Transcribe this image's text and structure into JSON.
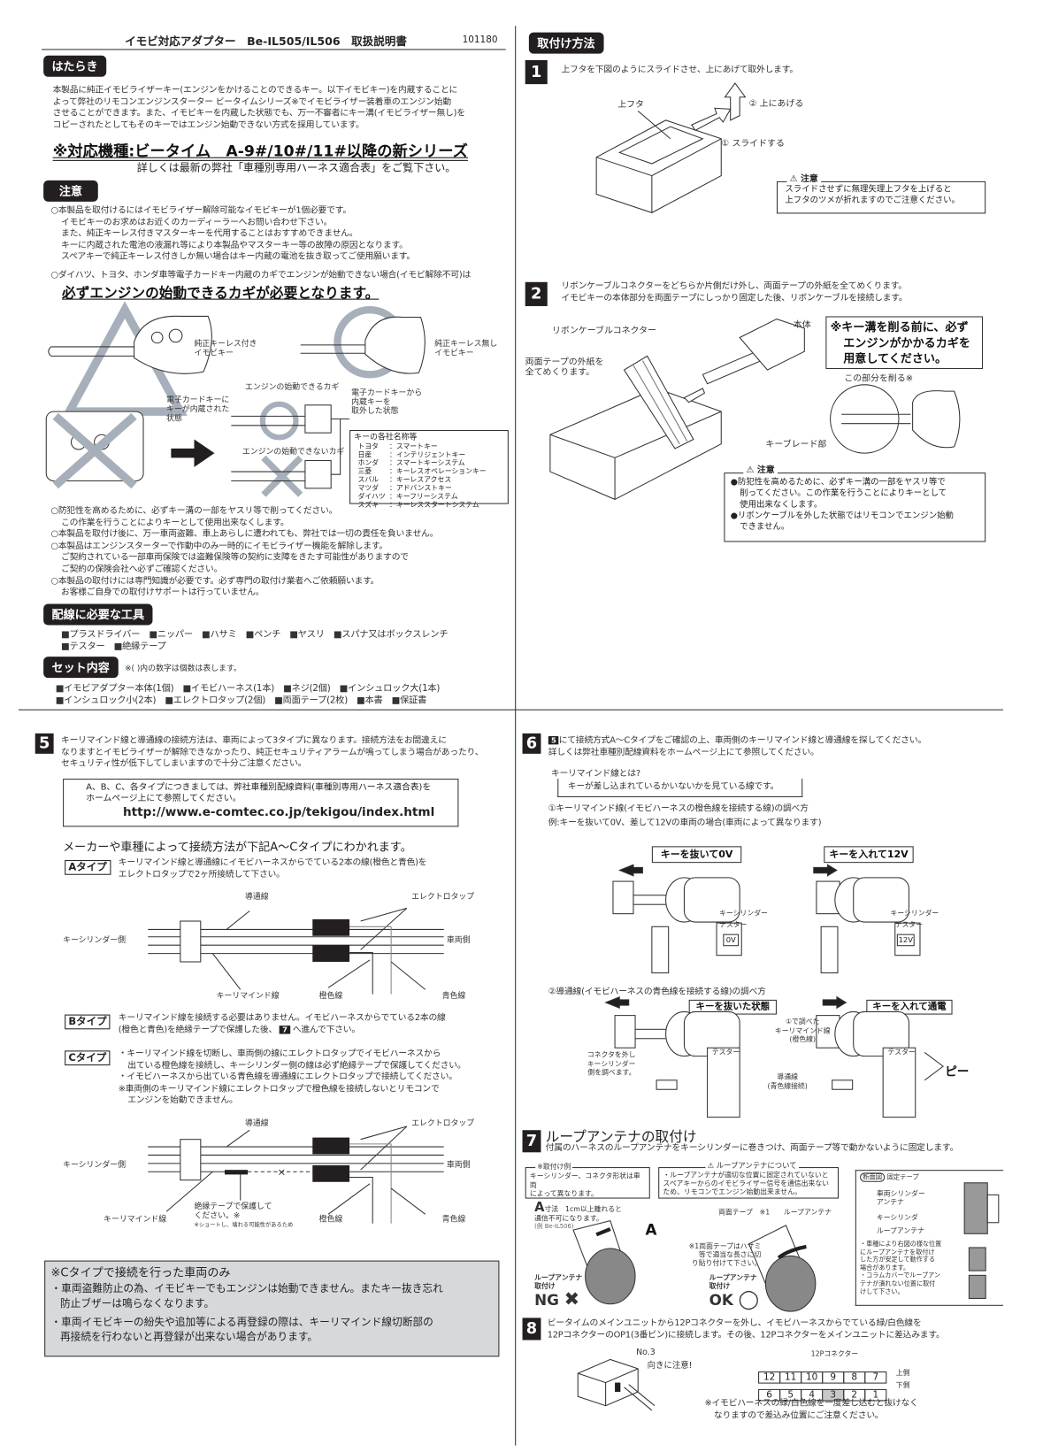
{
  "header": {
    "title": "イモビ対応アダプター　Be-IL505/IL506　取扱説明書",
    "doc_number": "101180"
  },
  "hataraki": {
    "badge": "はたらき",
    "lines": [
      "本製品に純正イモビライザーキー(エンジンをかけることのできるキー。以下イモビキー)を内蔵することに",
      "よって弊社のリモコンエンジンスターター ビータイムシリーズ※でイモビライザー装着車のエンジン始動",
      "させることができます。また、イモビキーを内蔵した状態でも、万一不審者にキー溝(イモビライザー無し)を",
      "コピーされたとしてもそのキーではエンジン始動できない方式を採用しています。"
    ],
    "models": "※対応機種:ビータイム　A-9#/10#/11#以降の新シリーズ",
    "see_table": "詳しくは最新の弊社「車種別専用ハーネス適合表」をご覧下さい。"
  },
  "caution": {
    "badge": "注意",
    "lines": [
      "○本製品を取付けるにはイモビライザー解除可能なイモビキーが1個必要です。",
      "イモビキーのお求めはお近くのカーディーラーへお問い合わせ下さい。",
      "また、純正キーレス付きマスターキーを代用することはおすすめできません。",
      "キーに内蔵された電池の液漏れ等により本製品やマスターキー等の故障の原因となります。",
      "スペアキーで純正キーレス付きしか無い場合はキー内蔵の電池を抜き取ってご使用願います。"
    ],
    "daihatsu": "○ダイハツ、トヨタ、ホンダ車等電子カードキー内蔵のカギでエンジンが始動できない場合(イモビ解除不可)は",
    "required": "必ずエンジンの始動できるカギが必要となります。"
  },
  "keys": {
    "with_keyless": [
      "純正キーレス付き",
      "イモビキー"
    ],
    "without_keyless": [
      "純正キーレス無し",
      "イモビキー"
    ],
    "card_key": [
      "電子カードキーに",
      "キーが内蔵された",
      "状態"
    ],
    "can_start": "エンジンの始動できるカギ",
    "cannot_start": "エンジンの始動できないカギ",
    "removed": [
      "電子カードキーから",
      "内蔵キーを",
      "取外した状態"
    ],
    "names_title": "キーの各社名称等",
    "names": [
      [
        "トヨタ",
        "：スマートキー"
      ],
      [
        "日産",
        "：インテリジェントキー"
      ],
      [
        "ホンダ",
        "：スマートキーシステム"
      ],
      [
        "三菱",
        "：キーレスオペレーションキー"
      ],
      [
        "スバル",
        "：キーレスアクセス"
      ],
      [
        "マツダ",
        "：アドバンストキー"
      ],
      [
        "ダイハツ",
        "：キーフリーシステム"
      ],
      [
        "スズキ",
        "：キーレススタートシステム"
      ]
    ]
  },
  "notes": [
    "○防犯性を高めるために、必ずキー溝の一部をヤスリ等で削ってください。",
    "この作業を行うことによりキーとして使用出来なくします。",
    "○本製品を取付け後に、万一車両盗難、車上あらしに遭われても、弊社では一切の責任を負いません。",
    "○本製品はエンジンスターターで作動中のみ一時的にイモビライザー機能を解除します。",
    "ご契約されている一部車両保険では盗難保険等の契約に支障をきたす可能性がありますので",
    "ご契約の保険会社へ必ずご確認ください。",
    "○本製品の取付けには専門知識が必要です。必ず専門の取付け業者へご依頼願います。",
    "お客様ご自身での取付けサポートは行っていません。"
  ],
  "tools": {
    "badge": "配線に必要な工具",
    "items": [
      "プラスドライバー",
      "ニッパー",
      "ハサミ",
      "ペンチ",
      "ヤスリ",
      "スパナ又はボックスレンチ",
      "テスター",
      "絶縁テープ"
    ]
  },
  "set": {
    "badge": "セット内容",
    "note": "※( )内の数字は個数は表します。",
    "items": [
      "イモビアダプター本体(1個)",
      "イモビハーネス(1本)",
      "ネジ(2個)",
      "インシュロック大(1本)",
      "インシュロック小(2本)",
      "エレクトロタップ(2個)",
      "両面テープ(2枚)",
      "本書",
      "保証書"
    ]
  },
  "install": {
    "badge": "取付け方法",
    "step1": {
      "num": "1",
      "text": "上フタを下図のようにスライドさせ、上にあげて取外します。",
      "lid": "上フタ",
      "lift": "② 上にあげる",
      "slide": "① スライドする",
      "caution_title": "注意",
      "caution": [
        "スライドさせずに無理矢理上フタを上げると",
        "上フタのツメが折れますのでご注意ください。"
      ]
    },
    "step2": {
      "num": "2",
      "lines": [
        "リボンケーブルコネクターをどちらか片側だけ外し、両面テープの外紙を全てめくります。",
        "イモビキーの本体部分を両面テープにしっかり固定した後、リボンケーブルを接続します。"
      ],
      "ribbon": "リボンケーブルコネクター",
      "body": "本体",
      "tape": [
        "両面テープの外紙を",
        "全てめくります。"
      ],
      "blade": "キーブレード部",
      "warning": [
        "※キー溝を削る前に、必ず",
        "エンジンがかかるカギを",
        "用意してください。"
      ],
      "cut_here": "この部分を削る※",
      "caution_title": "注意",
      "caution": [
        "●防犯性を高めるために、必ずキー溝の一部をヤスリ等で",
        "削ってください。この作業を行うことによりキーとして",
        "使用出来なくします。",
        "●リボンケーブルを外した状態ではリモコンでエンジン始動",
        "できません。"
      ]
    }
  },
  "step5": {
    "num": "5",
    "lines": [
      "キーリマインド線と導通線の接続方法は、車両によって3タイプに異なります。接続方法をお間違えに",
      "なりますとイモビライザーが解除できなかったり、純正セキュリティアラームが鳴ってしまう場合があったり、",
      "セキュリティ性が低下してしまいますので十分ご注意ください。"
    ],
    "ref": [
      "A、B、C、各タイプにつきましては、弊社車種別配線資料(車種別専用ハーネス適合表)を",
      "ホームページ上にて参照してください。"
    ],
    "url": "http://www.e-comtec.co.jp/tekigou/index.html",
    "types_intro": "メーカーや車種によって接続方法が下記A～Cタイプにわかれます。",
    "a_label": "Aタイプ",
    "a_text": [
      "キーリマインド線と導通線にイモビハーネスからでている2本の線(橙色と青色)を",
      "エレクトロタップで2ヶ所接続して下さい。"
    ],
    "b_label": "Bタイプ",
    "b_text": [
      "キーリマインド線を接続する必要はありません。イモビハーネスからでている2本の線",
      "(橙色と青色)を絶縁テープで保護した後、",
      "へ進んで下さい。"
    ],
    "b_ref": "7",
    "c_label": "Cタイプ",
    "c_text": [
      "・キーリマインド線を切断し、車両側の線にエレクトロタップでイモビハーネスから",
      "出ている橙色線を接続し、キーシリンダー側の線は必ず絶縁テープで保護してください。",
      "・イモビハーネスから出ている青色線を導通線にエレクトロタップで接続してください。",
      "※車両側のキーリマインド線にエレクトロタップで橙色線を接続しないとリモコンで",
      "エンジンを始動できません。"
    ],
    "diagram": {
      "conduct": "導通線",
      "tap": "エレクトロタップ",
      "cyl_side": "キーシリンダー側",
      "car_side": "車両側",
      "remind": "キーリマインド線",
      "orange": "橙色線",
      "blue": "青色線",
      "insulate": [
        "絶縁テープで保護して",
        "ください。※"
      ],
      "insulate_note": "※ショートし、壊れる可能性があるため"
    },
    "ctype_box": {
      "title": "※Cタイプで接続を行った車両のみ",
      "lines": [
        "・車両盗難防止の為、イモビキーでもエンジンは始動できません。またキー抜き忘れ",
        "防止ブザーは鳴らなくなります。",
        "・車両イモビキーの紛失や追加等による再登録の際は、キーリマインド線切断部の",
        "再接続を行わないと再登録が出来ない場合があります。"
      ]
    }
  },
  "step6": {
    "num": "6",
    "ref": "5",
    "lines": [
      "にて接続方式A～Cタイプをご確認の上、車両側のキーリマインド線と導通線を探してください。",
      "詳しくは弊社車種別配線資料をホームページ上にて参照してください。"
    ],
    "what_title": "キーリマインド線とは?",
    "what_text": "キーが差し込まれているかいないかを見ている線です。",
    "check1": "①キーリマインド線(イモビハーネスの橙色線を接続する線)の調べ方",
    "example": "例:キーを抜いて0V、差して12Vの車両の場合(車両によって異なります)",
    "key_out": "キーを抜いて0V",
    "key_in": "キーを入れて12V",
    "cylinder": "キーシリンダー",
    "tester": "テスター",
    "v0": "0V",
    "v12": "12V",
    "check2": "②導通線(イモビハーネスの青色線を接続する線)の調べ方",
    "out_state": "キーを抜いた状態",
    "in_state": "キーを入れて通電",
    "connector_note": [
      "コネクタを外し",
      "キーシリンダー",
      "側を調べます。"
    ],
    "found": [
      "①で調べた",
      "キーリマインド線",
      "(橙色線)"
    ],
    "conduct": [
      "導通線",
      "(青色線接続)"
    ],
    "beep": "ピー"
  },
  "step7": {
    "num": "7",
    "title": "ループアンテナの取付け",
    "text": "付属のハーネスのループアンテナをキーシリンダーに巻きつけ、両面テープ等で動かないように固定します。",
    "ex_title": "※取付け例",
    "ex_text": [
      "キーシリンダー、コネクタ形状は車両",
      "によって異なります。"
    ],
    "about_title": "ループアンテナについて",
    "about_text": [
      "・ループアンテナが適切な位置に固定されていないと",
      "スペアキーからのイモビライザー信号を通信出来ない",
      "ため、リモコンでエンジン始動出来ません。"
    ],
    "a_dim": "A",
    "a_text": [
      "寸法　1cm以上離れると",
      "通信不可になります。"
    ],
    "a_example": "(例 Be-IL506)",
    "tape": "両面テープ　※1",
    "antenna": "ループアンテナ",
    "tape_note": [
      "※1両面テープはハサミ",
      "等で適当な長さに切",
      "り貼り付けて下さい。"
    ],
    "ng_label": [
      "ループアンテナ",
      "取付け"
    ],
    "ng": "NG",
    "ok_label": [
      "ループアンテナ",
      "取付け"
    ],
    "ok": "OK",
    "section": "断面図",
    "fix_tape": "固定テープ",
    "car_antenna": [
      "車両シリンダー",
      "アンテナ"
    ],
    "key_cyl": "キーシリンダ",
    "loop": "ループアンテナ",
    "side_notes": [
      "・車種により右図の様な位置",
      "にループアンテナを取付け",
      "した方が安定して動作する",
      "場合があります。",
      "・コラムカバーでループアン",
      "テナが潰れない位置に取付",
      "けして下さい。"
    ]
  },
  "step8": {
    "num": "8",
    "lines": [
      "ビータイムのメインユニットから12Pコネクターを外し、イモビハーネスからでている緑/白色線を",
      "12PコネクターのOP1(3番ピン)に接続します。その後、12Pコネクターをメインユニットに差込みます。"
    ],
    "no3": "No.3",
    "direction": "向きに注意!",
    "connector": "12Pコネクター",
    "top_pins": [
      "12",
      "11",
      "10",
      "9",
      "8",
      "7"
    ],
    "bottom_pins": [
      "6",
      "5",
      "4",
      "3",
      "2",
      "1"
    ],
    "highlight_pin": "3",
    "top": "上側",
    "bottom": "下側",
    "note": [
      "※イモビハーネスの緑/白色線を一度差し込むと抜けなく",
      "なりますので差込み位置にご注意ください。"
    ]
  },
  "colors": {
    "ink": "#231f20",
    "gray_mark": "#a7b0ba",
    "gray_box": "#d6d9dc"
  }
}
